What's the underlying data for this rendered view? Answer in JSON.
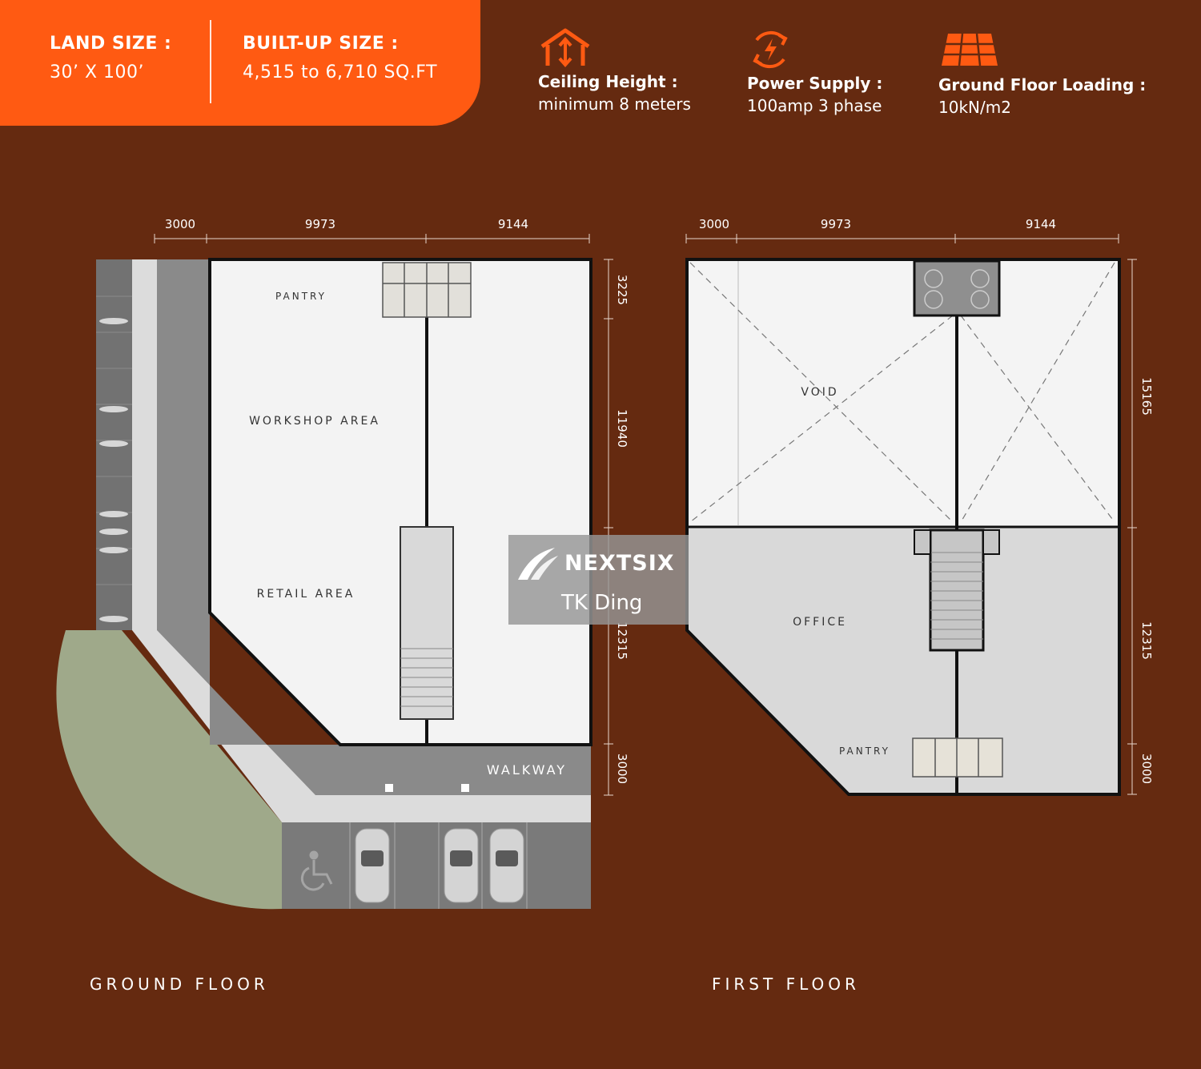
{
  "header": {
    "land_size_label": "LAND SIZE :",
    "land_size_value": "30’ X 100’",
    "built_up_label": "BUILT-UP SIZE :",
    "built_up_value": "4,515 to 6,710 SQ.FT",
    "accent_color": "#ff5a12",
    "background_color": "#652a10"
  },
  "specs": [
    {
      "icon": "house-height-icon",
      "title": "Ceiling Height :",
      "value": "minimum 8 meters"
    },
    {
      "icon": "power-supply-icon",
      "title": "Power Supply :",
      "value": "100amp 3 phase"
    },
    {
      "icon": "floor-tiles-icon",
      "title": "Ground Floor Loading :",
      "value": "10kN/m2"
    }
  ],
  "ground_floor": {
    "title": "GROUND FLOOR",
    "dims_top": [
      "3000",
      "9973",
      "9144"
    ],
    "dims_side": [
      "3225",
      "11940",
      "12315",
      "3000"
    ],
    "rooms": {
      "pantry": "PANTRY",
      "workshop": "WORKSHOP AREA",
      "retail": "RETAIL AREA",
      "walkway": "WALKWAY"
    }
  },
  "first_floor": {
    "title": "FIRST FLOOR",
    "dims_top": [
      "3000",
      "9973",
      "9144"
    ],
    "dims_side": [
      "15165",
      "12315",
      "3000"
    ],
    "rooms": {
      "void": "VOID",
      "office": "OFFICE",
      "pantry": "PANTRY"
    }
  },
  "watermark": {
    "brand": "NEXTSIX",
    "name": "TK Ding"
  }
}
